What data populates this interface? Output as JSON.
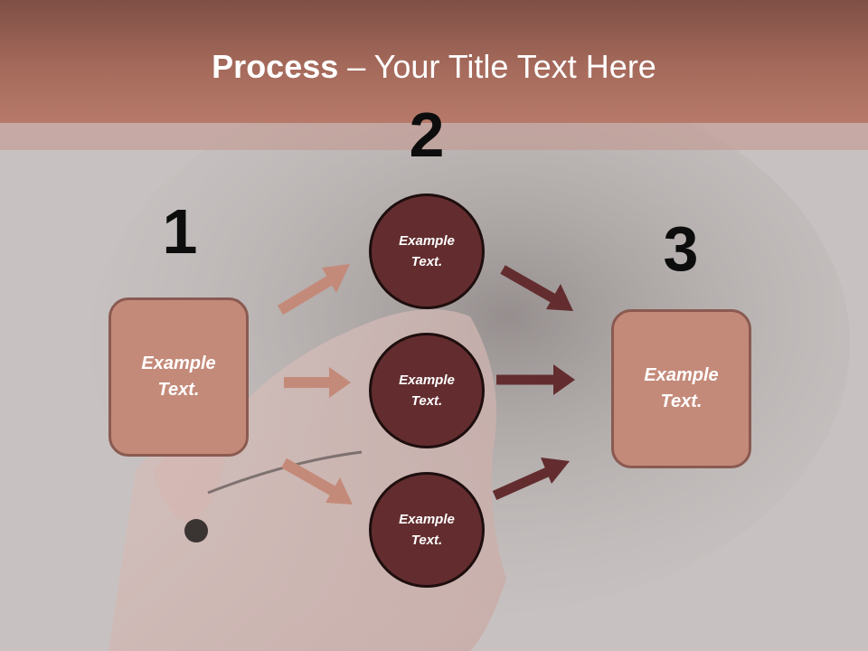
{
  "title": {
    "strong": "Process",
    "rest": " – Your Title Text Here"
  },
  "steps": [
    {
      "number": "1",
      "text": "Example Text."
    },
    {
      "number": "2",
      "items": [
        "Example Text.",
        "Example Text.",
        "Example Text."
      ]
    },
    {
      "number": "3",
      "text": "Example Text."
    }
  ],
  "colors": {
    "header": "#a56a5b",
    "box_fill": "#c48a79",
    "circle_fill": "#632d2f",
    "arrow_light": "#c48a79",
    "arrow_dark": "#632d2f"
  }
}
